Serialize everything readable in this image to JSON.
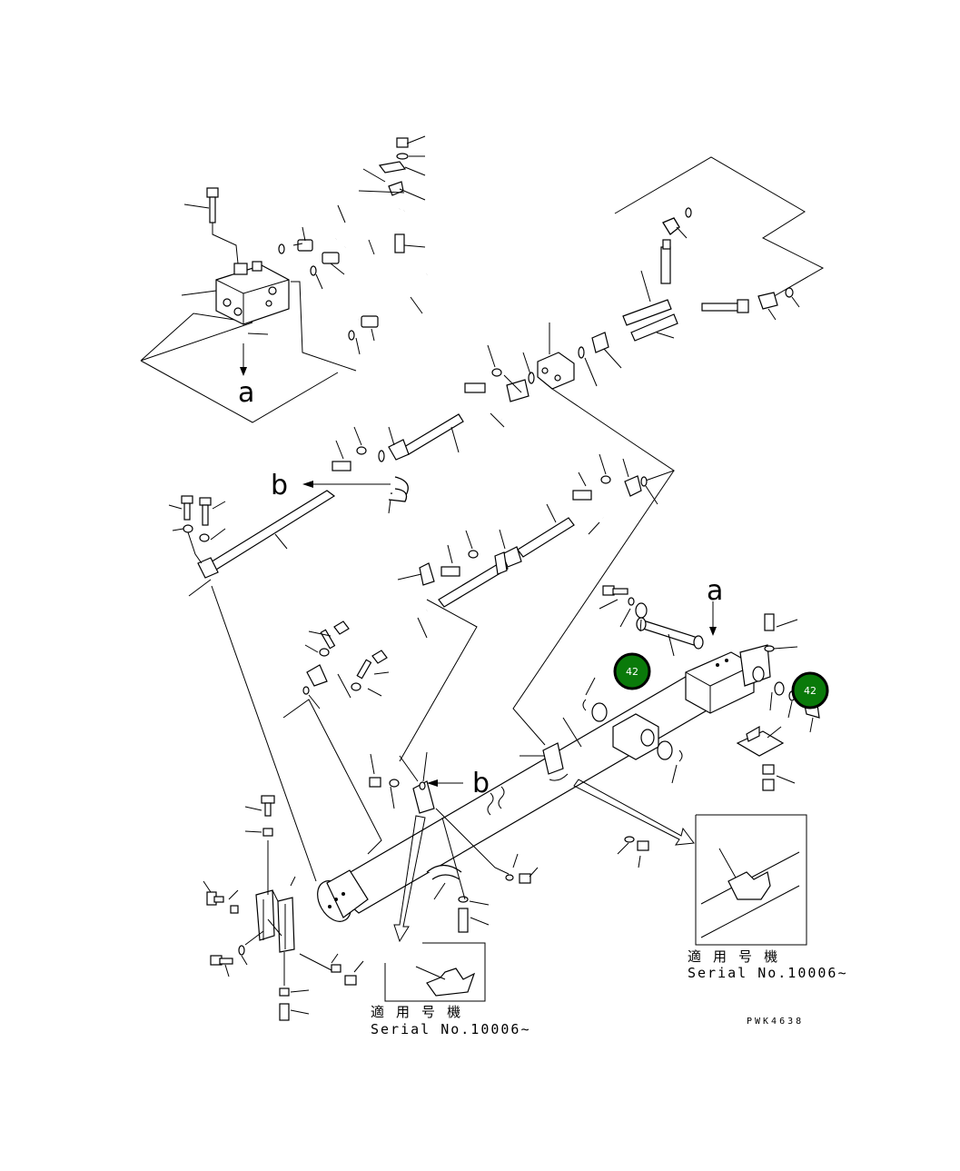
{
  "view_letters": {
    "a_top": "a",
    "b_left": "b",
    "a_right": "a",
    "b_right": "b"
  },
  "inset_left": {
    "label_jp": "適 用 号 機",
    "label_serial": "Serial No.10006∼"
  },
  "inset_right": {
    "label_jp": "適 用 号 機",
    "label_serial": "Serial No.10006∼"
  },
  "drawing_code": "PWK4638",
  "callouts": [
    {
      "label": "42",
      "color": "#0a7a0a"
    },
    {
      "label": "42",
      "color": "#0a7a0a"
    }
  ]
}
